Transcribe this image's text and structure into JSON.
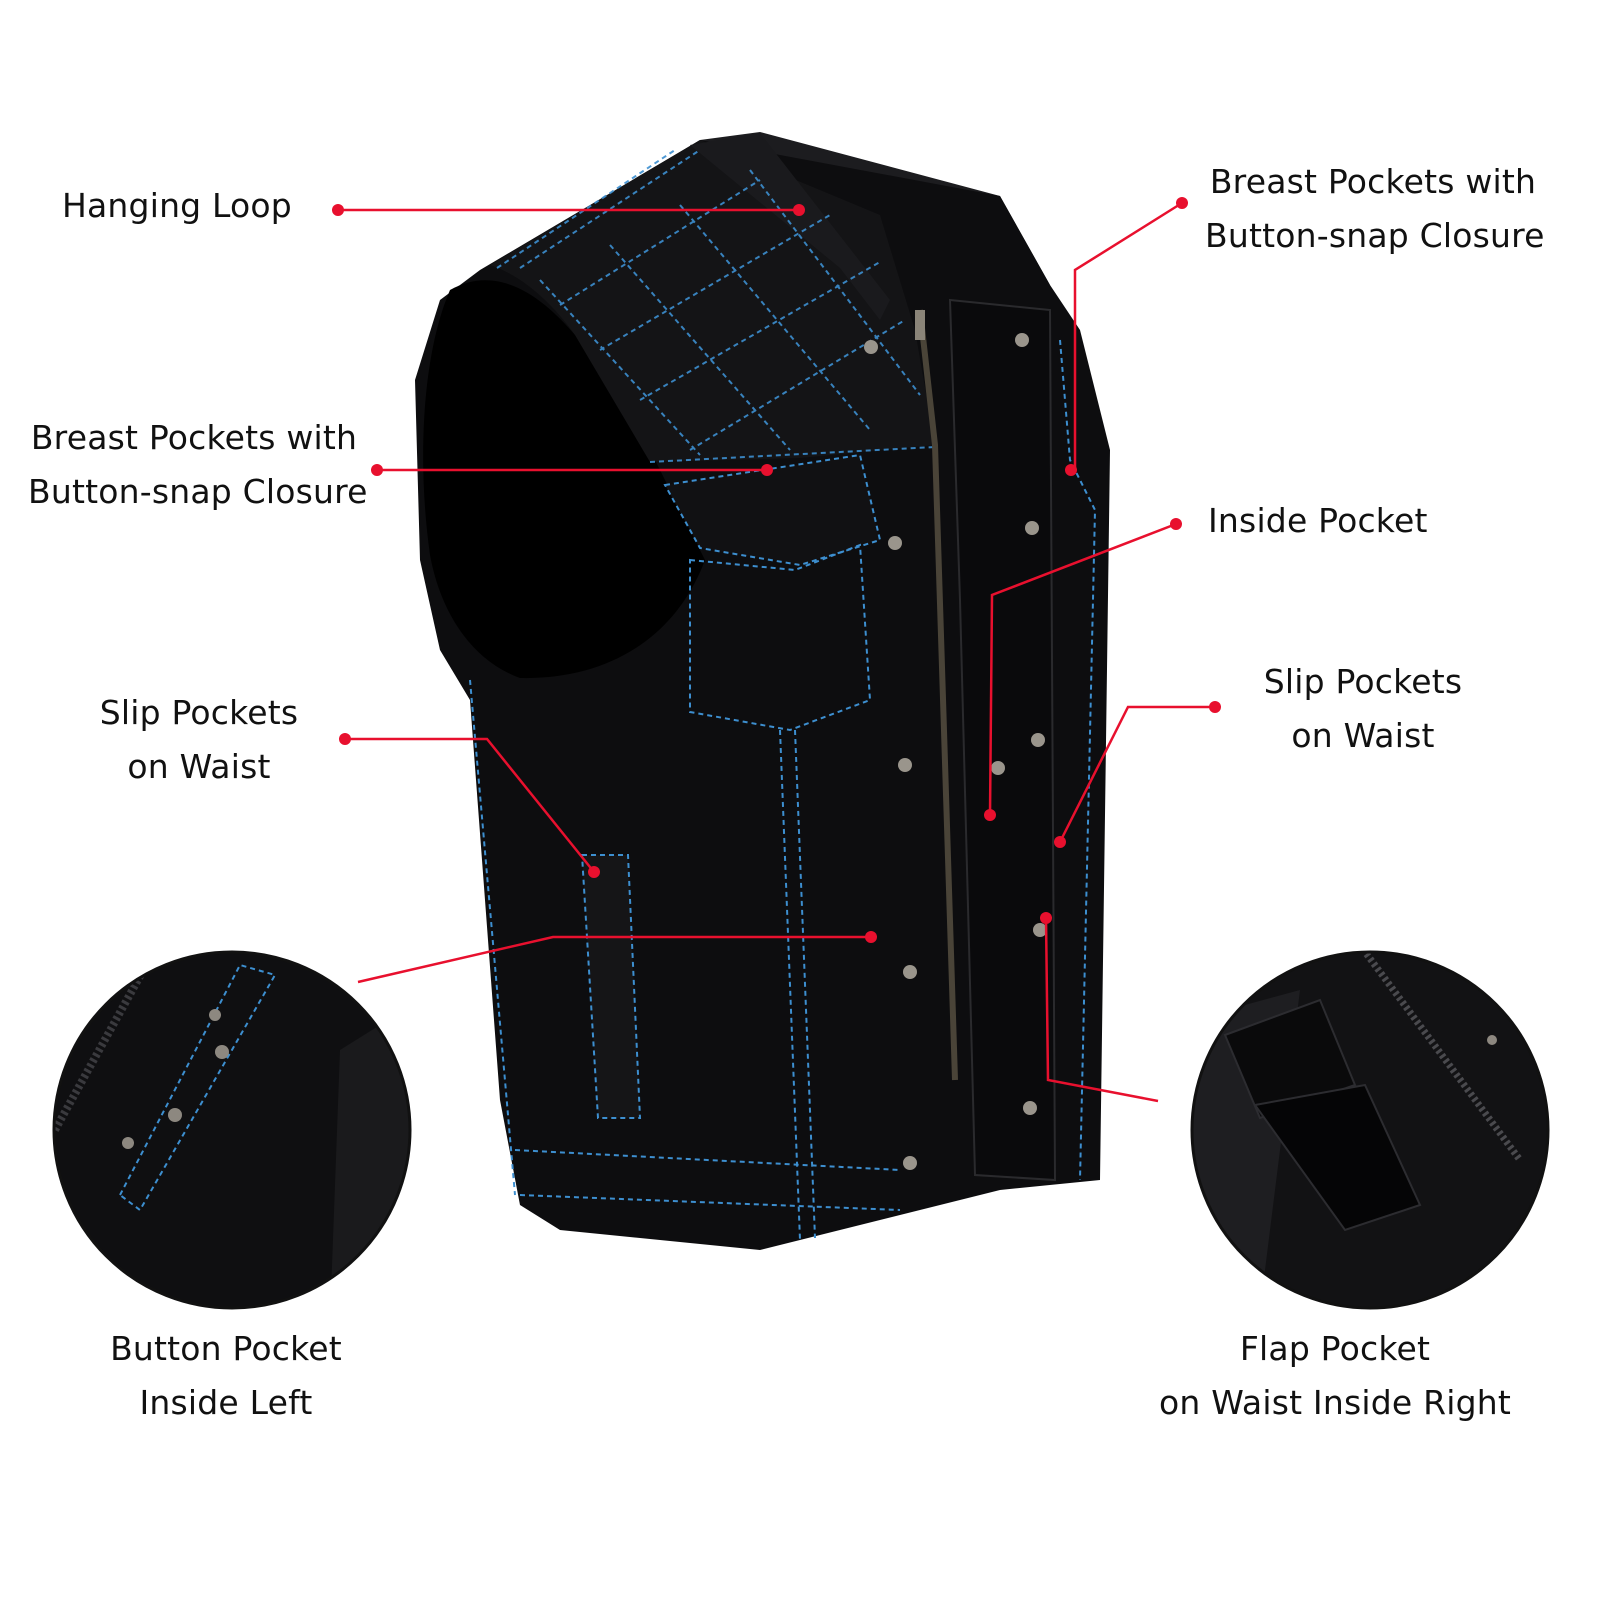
{
  "colors": {
    "callout": "#e8102e",
    "vest": "#0d0d0f",
    "stitch": "#3d8fd0",
    "leather": "#141416"
  },
  "labels": {
    "hanging_loop": "Hanging Loop",
    "breast_left": {
      "line1": "Breast Pockets with",
      "line2": "Button-snap Closure"
    },
    "breast_right": {
      "line1": "Breast Pockets with",
      "line2": "Button-snap Closure"
    },
    "inside_pocket": "Inside Pocket",
    "slip_left": {
      "line1": "Slip Pockets",
      "line2": "on Waist"
    },
    "slip_right": {
      "line1": "Slip Pockets",
      "line2": "on Waist"
    },
    "button_pocket": {
      "line1": "Button Pocket",
      "line2": "Inside Left"
    },
    "flap_pocket": {
      "line1": "Flap Pocket",
      "line2": "on Waist Inside Right"
    }
  }
}
